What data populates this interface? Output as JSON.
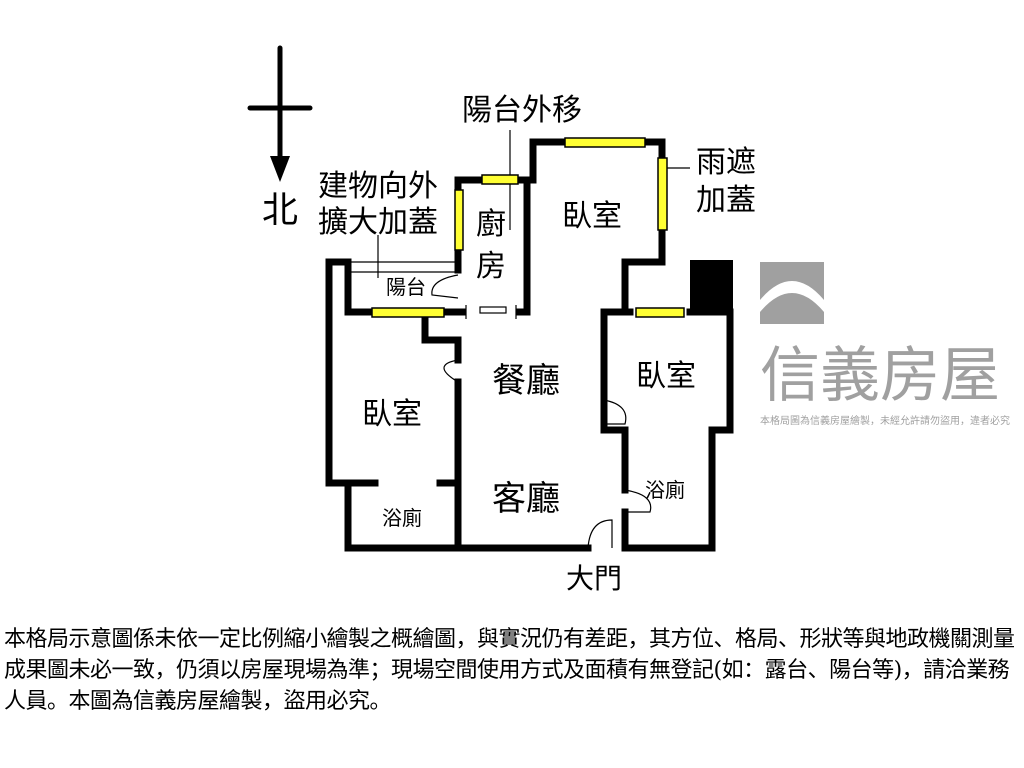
{
  "compass": {
    "north_label": "北"
  },
  "annotations": {
    "balcony_moved": "陽台外移",
    "extension_line1": "建物向外",
    "extension_line2": "擴大加蓋",
    "canopy_line1": "雨遮",
    "canopy_line2": "加蓋"
  },
  "rooms": {
    "kitchen_line1": "廚",
    "kitchen_line2": "房",
    "balcony": "陽台",
    "bedroom_north": "臥室",
    "bedroom_east": "臥室",
    "bedroom_west": "臥室",
    "dining": "餐廳",
    "living": "客廳",
    "bath_west": "浴廁",
    "bath_east": "浴廁",
    "main_door": "大門"
  },
  "watermark": {
    "brand": "信義房屋",
    "notice": "本格局圖為信義房屋繪製，未經允許請勿盜用，違者必究"
  },
  "colors": {
    "window": "#ffff33",
    "wall": "#000000",
    "watermark": "#a0a0a0"
  },
  "disclaimer": "本格局示意圖係未依一定比例縮小繪製之概繪圖，與實況仍有差距，其方位、格局、形狀等與地政機關測量成果圖未必一致，仍須以房屋現場為準；現場空間使用方式及面積有無登記(如：露台、陽台等)，請洽業務人員。本圖為信義房屋繪製，盜用必究。"
}
